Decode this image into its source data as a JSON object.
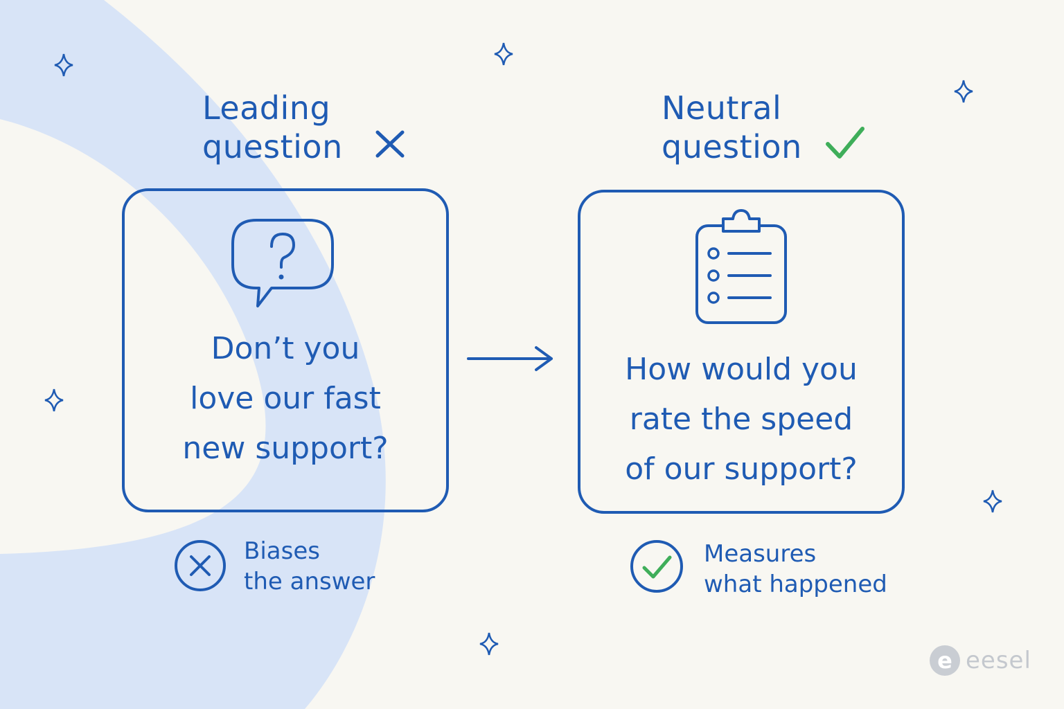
{
  "left": {
    "heading_lines": [
      "Leading",
      "question"
    ],
    "question_lines": [
      "Don’t you",
      "love our fast",
      "new support?"
    ],
    "verdict_lines": [
      "Biases",
      "the answer"
    ],
    "icon": "question-speech-bubble-icon",
    "mark_icon": "x-icon"
  },
  "right": {
    "heading_lines": [
      "Neutral",
      "question"
    ],
    "question_lines": [
      "How would you",
      "rate the speed",
      "of our support?"
    ],
    "verdict_lines": [
      "Measures",
      "what happened"
    ],
    "icon": "clipboard-checklist-icon",
    "mark_icon": "check-icon"
  },
  "brand": {
    "logo_letter": "e",
    "name": "eesel"
  },
  "colors": {
    "ink": "#1f5bb3",
    "check": "#3fae5a",
    "background": "#f8f7f2",
    "arc": "#d8e4f7",
    "brand_gray": "#c4c8ce"
  }
}
